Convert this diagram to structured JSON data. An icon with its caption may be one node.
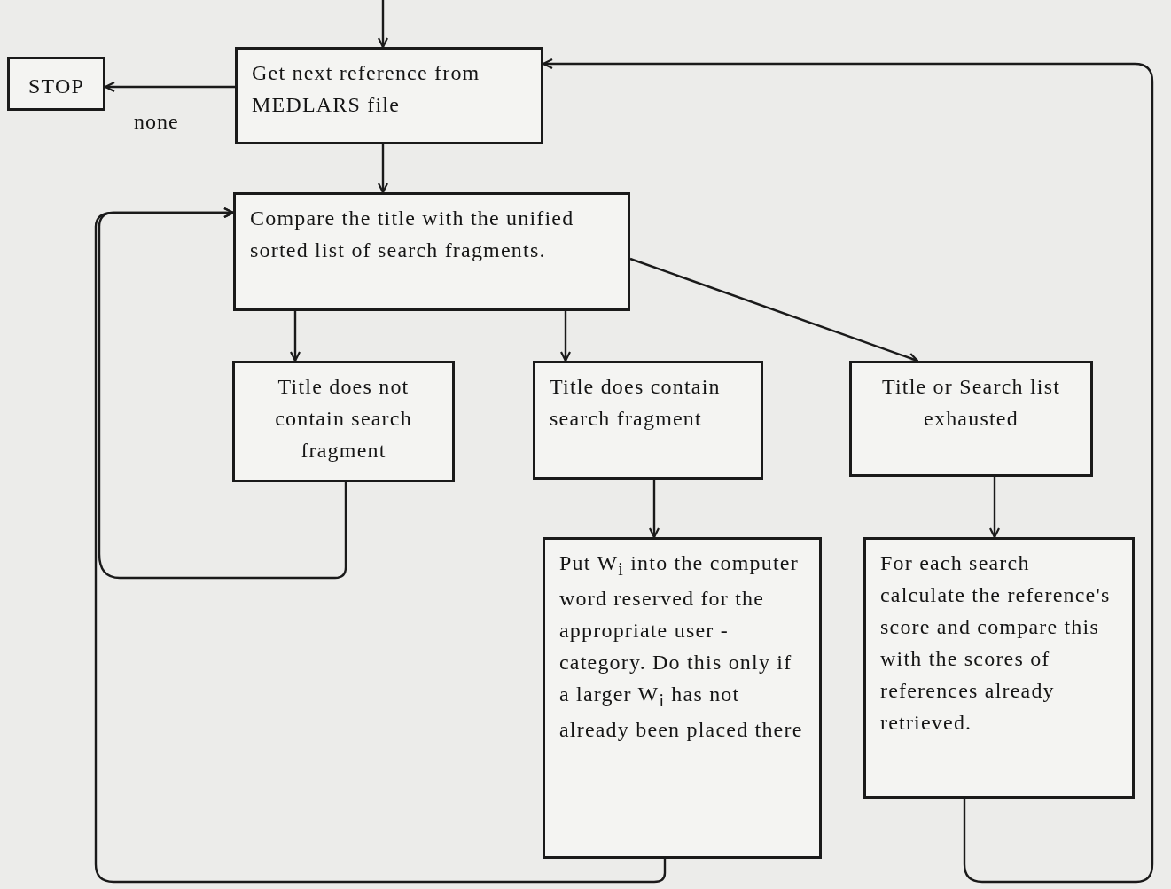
{
  "diagram": {
    "nodes": [
      {
        "text": [
          "STOP"
        ]
      },
      {
        "text": [
          "Get next reference from MEDLARS file"
        ]
      },
      {
        "text": [
          "Compare the title with the unified sorted list of search fragments."
        ]
      },
      {
        "text": [
          "Title does not contain search fragment"
        ]
      },
      {
        "text": [
          "Title does contain search fragment"
        ]
      },
      {
        "text": [
          "Title or Search list exhausted"
        ]
      },
      {
        "text": [
          "Put W$_{i}$ into the computer word reserved for the appropriate user -category. Do this only if a larger W$_{i}$ has not already been placed there"
        ]
      },
      {
        "text": [
          "For each search calculate the reference's score and compare this with the scores of references already retrieved."
        ]
      }
    ],
    "edges": [
      {
        "from": null,
        "to": 1,
        "arrow": "to"
      },
      {
        "from": 1,
        "to": 0,
        "arrow": "to",
        "label": "none"
      },
      {
        "from": 1,
        "to": 2,
        "arrow": "to"
      },
      {
        "from": 2,
        "to": 3,
        "arrow": "to"
      },
      {
        "from": 2,
        "to": 4,
        "arrow": "to"
      },
      {
        "from": 2,
        "to": 5,
        "arrow": "to"
      },
      {
        "from": 3,
        "to": 2,
        "arrow": "to"
      },
      {
        "from": 4,
        "to": 6,
        "arrow": "to"
      },
      {
        "from": 6,
        "to": 2,
        "arrow": "to"
      },
      {
        "from": 5,
        "to": 7,
        "arrow": "to"
      },
      {
        "from": 7,
        "to": 1,
        "arrow": "to"
      }
    ]
  }
}
